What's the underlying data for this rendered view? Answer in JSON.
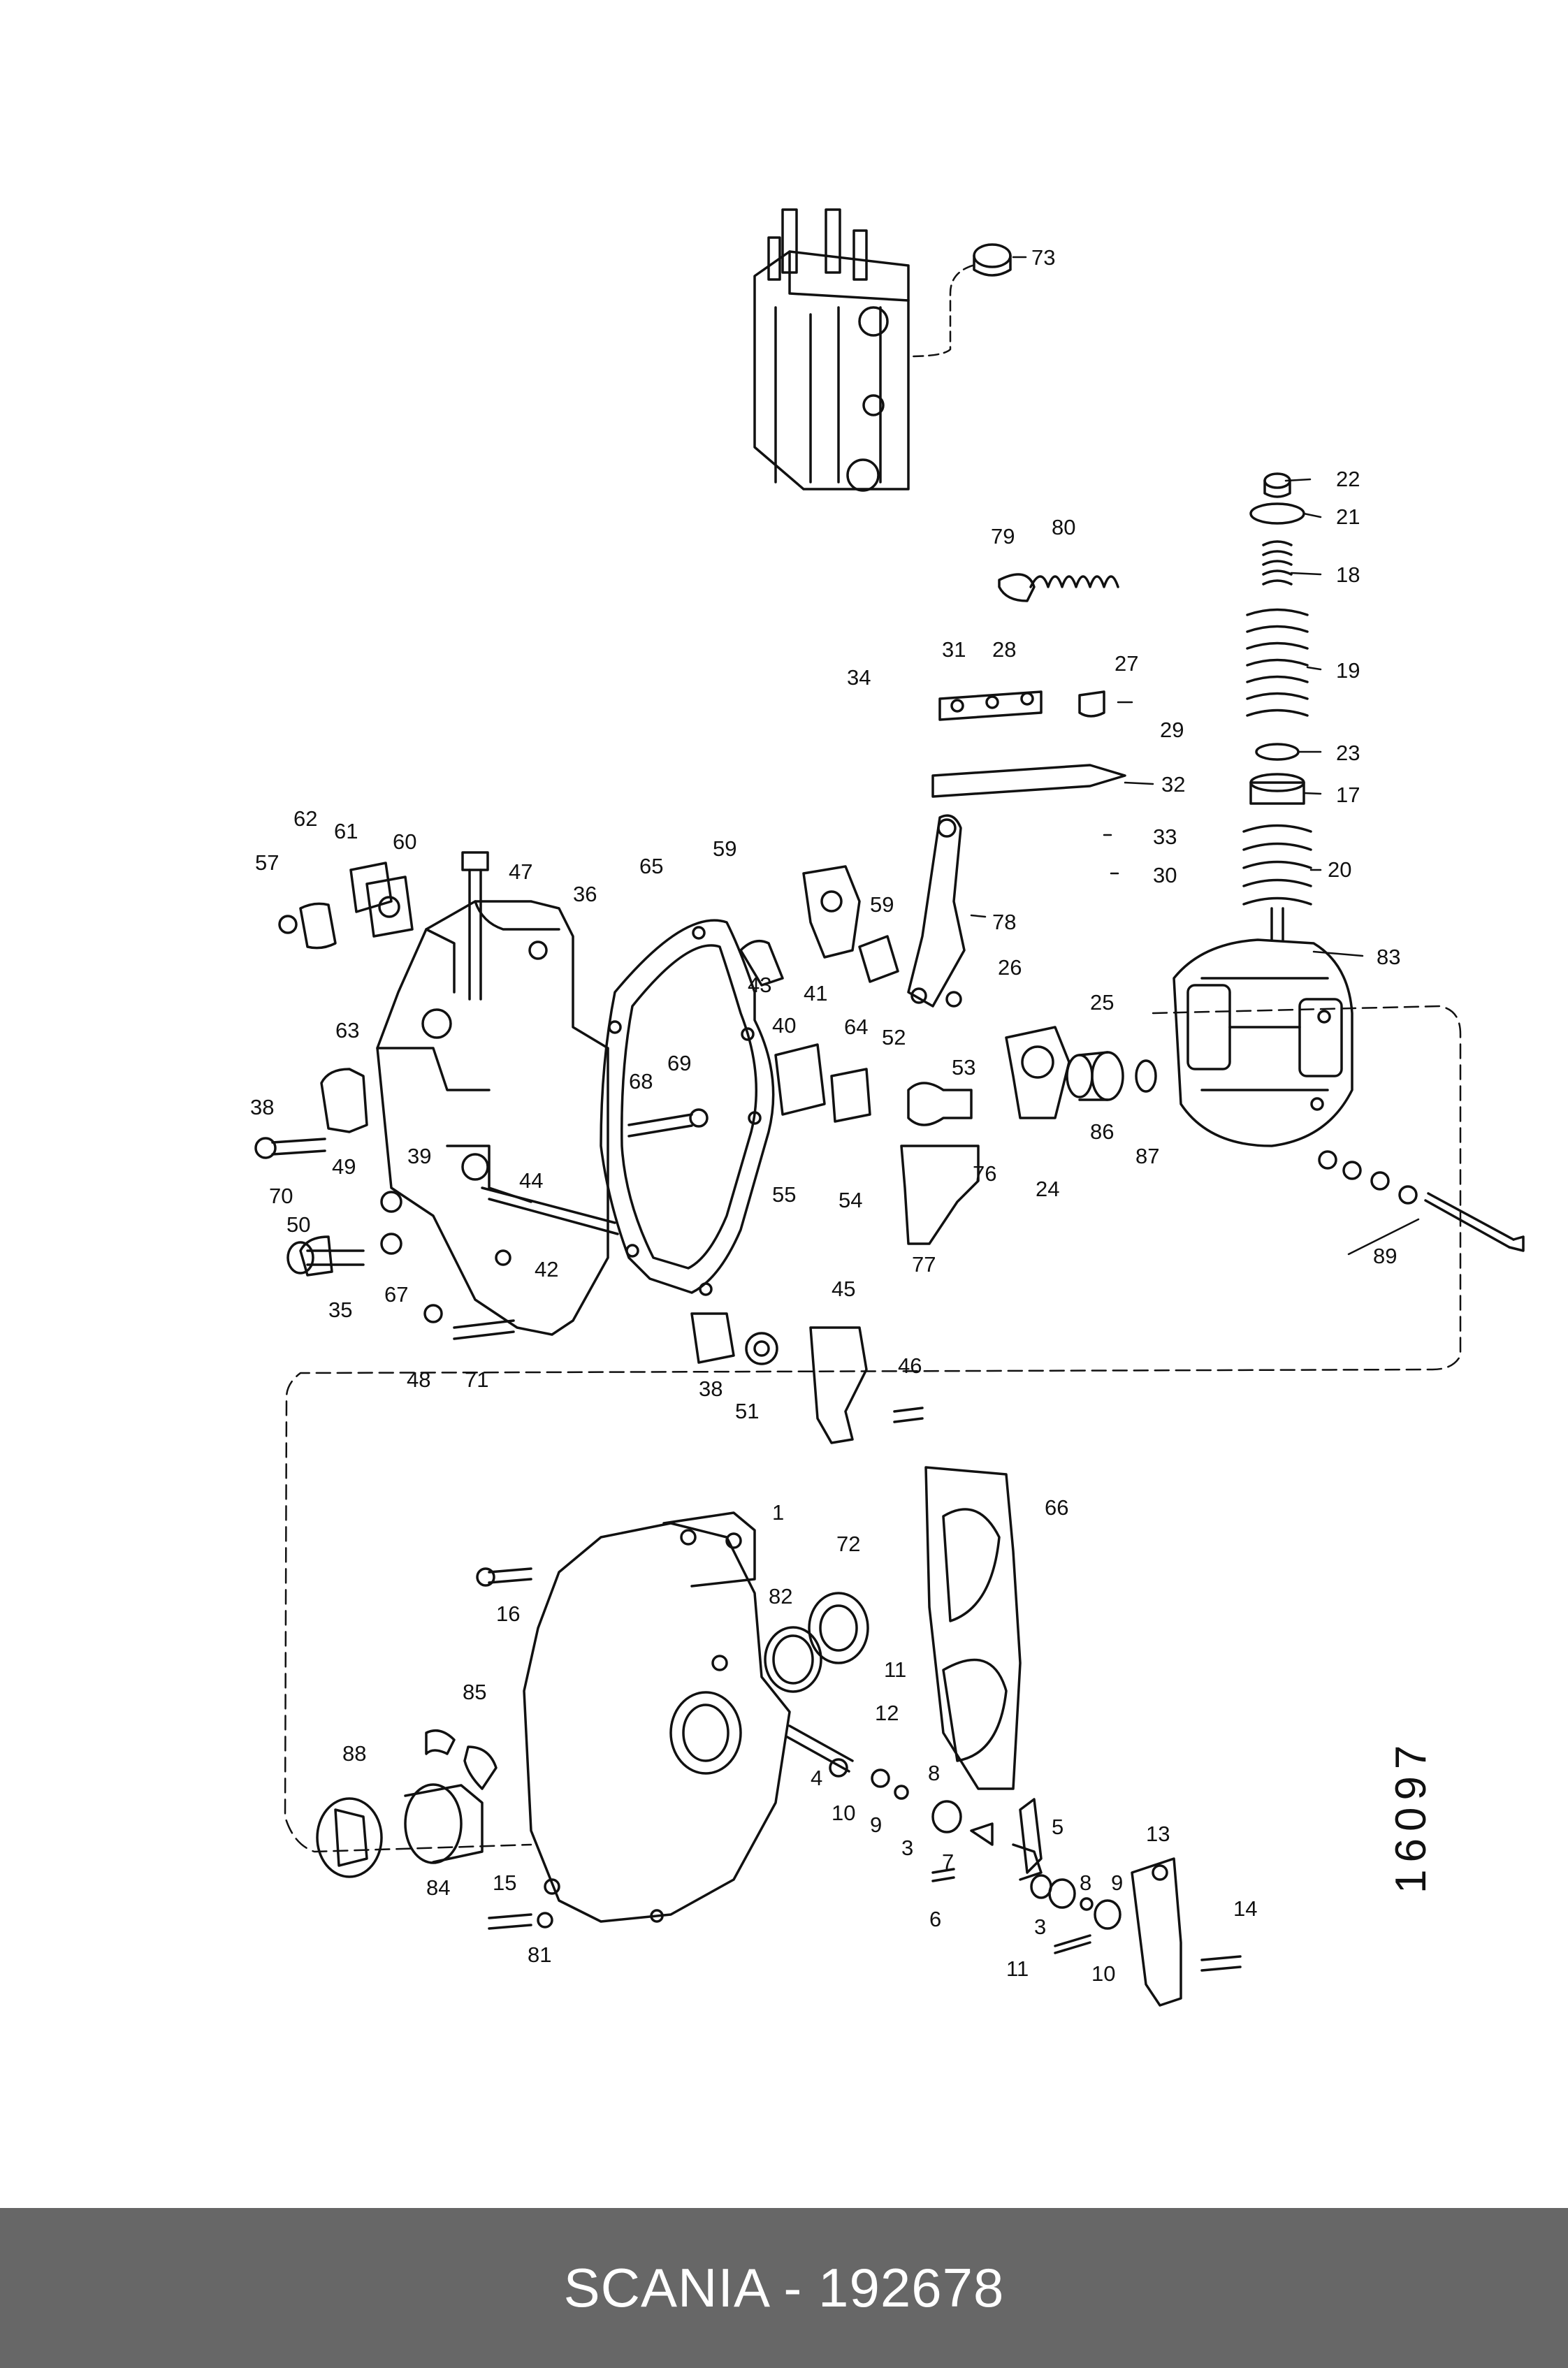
{
  "drawing_number": "16097",
  "footer": {
    "caption": "SCANIA - 192678"
  },
  "callouts": [
    {
      "id": "c1",
      "text": "1"
    },
    {
      "id": "c3a",
      "text": "3"
    },
    {
      "id": "c3b",
      "text": "3"
    },
    {
      "id": "c4",
      "text": "4"
    },
    {
      "id": "c5",
      "text": "5"
    },
    {
      "id": "c6",
      "text": "6"
    },
    {
      "id": "c7",
      "text": "7"
    },
    {
      "id": "c8a",
      "text": "8"
    },
    {
      "id": "c8b",
      "text": "8"
    },
    {
      "id": "c9a",
      "text": "9"
    },
    {
      "id": "c9b",
      "text": "9"
    },
    {
      "id": "c10a",
      "text": "10"
    },
    {
      "id": "c10b",
      "text": "10"
    },
    {
      "id": "c11a",
      "text": "11"
    },
    {
      "id": "c11b",
      "text": "11"
    },
    {
      "id": "c12",
      "text": "12"
    },
    {
      "id": "c13",
      "text": "13"
    },
    {
      "id": "c14",
      "text": "14"
    },
    {
      "id": "c15",
      "text": "15"
    },
    {
      "id": "c16",
      "text": "16"
    },
    {
      "id": "c17",
      "text": "17"
    },
    {
      "id": "c18",
      "text": "18"
    },
    {
      "id": "c19",
      "text": "19"
    },
    {
      "id": "c20",
      "text": "20"
    },
    {
      "id": "c21",
      "text": "21"
    },
    {
      "id": "c22",
      "text": "22"
    },
    {
      "id": "c23",
      "text": "23"
    },
    {
      "id": "c24",
      "text": "24"
    },
    {
      "id": "c25",
      "text": "25"
    },
    {
      "id": "c26",
      "text": "26"
    },
    {
      "id": "c27",
      "text": "27"
    },
    {
      "id": "c28",
      "text": "28"
    },
    {
      "id": "c29",
      "text": "29"
    },
    {
      "id": "c30",
      "text": "30"
    },
    {
      "id": "c31",
      "text": "31"
    },
    {
      "id": "c32",
      "text": "32"
    },
    {
      "id": "c33",
      "text": "33"
    },
    {
      "id": "c34",
      "text": "34"
    },
    {
      "id": "c35",
      "text": "35"
    },
    {
      "id": "c36",
      "text": "36"
    },
    {
      "id": "c38a",
      "text": "38"
    },
    {
      "id": "c38b",
      "text": "38"
    },
    {
      "id": "c39",
      "text": "39"
    },
    {
      "id": "c40",
      "text": "40"
    },
    {
      "id": "c41",
      "text": "41"
    },
    {
      "id": "c42",
      "text": "42"
    },
    {
      "id": "c43",
      "text": "43"
    },
    {
      "id": "c44",
      "text": "44"
    },
    {
      "id": "c45",
      "text": "45"
    },
    {
      "id": "c46",
      "text": "46"
    },
    {
      "id": "c47",
      "text": "47"
    },
    {
      "id": "c48",
      "text": "48"
    },
    {
      "id": "c49",
      "text": "49"
    },
    {
      "id": "c50",
      "text": "50"
    },
    {
      "id": "c51",
      "text": "51"
    },
    {
      "id": "c52",
      "text": "52"
    },
    {
      "id": "c53",
      "text": "53"
    },
    {
      "id": "c54",
      "text": "54"
    },
    {
      "id": "c55",
      "text": "55"
    },
    {
      "id": "c57",
      "text": "57"
    },
    {
      "id": "c59a",
      "text": "59"
    },
    {
      "id": "c59b",
      "text": "59"
    },
    {
      "id": "c60",
      "text": "60"
    },
    {
      "id": "c61",
      "text": "61"
    },
    {
      "id": "c62",
      "text": "62"
    },
    {
      "id": "c63",
      "text": "63"
    },
    {
      "id": "c64",
      "text": "64"
    },
    {
      "id": "c65",
      "text": "65"
    },
    {
      "id": "c66",
      "text": "66"
    },
    {
      "id": "c67",
      "text": "67"
    },
    {
      "id": "c68",
      "text": "68"
    },
    {
      "id": "c69",
      "text": "69"
    },
    {
      "id": "c70",
      "text": "70"
    },
    {
      "id": "c71",
      "text": "71"
    },
    {
      "id": "c72",
      "text": "72"
    },
    {
      "id": "c73",
      "text": "73"
    },
    {
      "id": "c76",
      "text": "76"
    },
    {
      "id": "c77",
      "text": "77"
    },
    {
      "id": "c78",
      "text": "78"
    },
    {
      "id": "c79",
      "text": "79"
    },
    {
      "id": "c80",
      "text": "80"
    },
    {
      "id": "c81",
      "text": "81"
    },
    {
      "id": "c82",
      "text": "82"
    },
    {
      "id": "c83",
      "text": "83"
    },
    {
      "id": "c84",
      "text": "84"
    },
    {
      "id": "c85",
      "text": "85"
    },
    {
      "id": "c86",
      "text": "86"
    },
    {
      "id": "c87",
      "text": "87"
    },
    {
      "id": "c88",
      "text": "88"
    },
    {
      "id": "c89",
      "text": "89"
    }
  ]
}
